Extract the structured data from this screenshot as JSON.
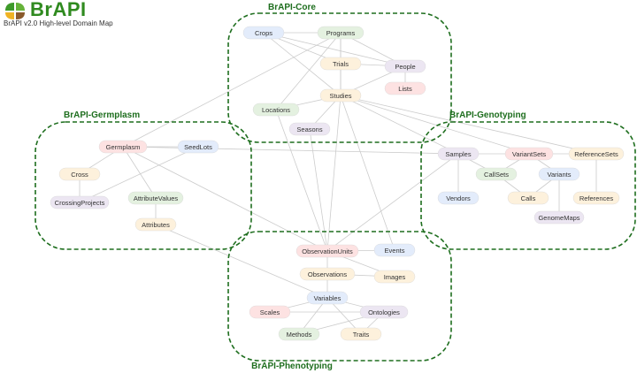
{
  "header": {
    "logo_text": "BrAPI",
    "subtitle": "BrAPI v2.0 High-level Domain Map"
  },
  "colors": {
    "group_border": "#1e6e1e",
    "edge": "#cccccc",
    "blue": "#e3ecfb",
    "green": "#e4f1e0",
    "orange": "#fdf1dc",
    "purple": "#ece6f2",
    "red": "#fde2e2"
  },
  "groups": [
    {
      "id": "core",
      "label": "BrAPI-Core"
    },
    {
      "id": "germplasm",
      "label": "BrAPI-Germplasm"
    },
    {
      "id": "genotyping",
      "label": "BrAPI-Genotyping"
    },
    {
      "id": "phenotyping",
      "label": "BrAPI-Phenotyping"
    }
  ],
  "nodes": [
    {
      "id": "crops",
      "label": "Crops",
      "color": "blue"
    },
    {
      "id": "programs",
      "label": "Programs",
      "color": "green"
    },
    {
      "id": "trials",
      "label": "Trials",
      "color": "orange"
    },
    {
      "id": "people",
      "label": "People",
      "color": "purple"
    },
    {
      "id": "lists",
      "label": "Lists",
      "color": "red"
    },
    {
      "id": "studies",
      "label": "Studies",
      "color": "orange"
    },
    {
      "id": "locations",
      "label": "Locations",
      "color": "green"
    },
    {
      "id": "seasons",
      "label": "Seasons",
      "color": "purple"
    },
    {
      "id": "germplasm",
      "label": "Germplasm",
      "color": "red"
    },
    {
      "id": "seedlots",
      "label": "SeedLots",
      "color": "blue"
    },
    {
      "id": "cross",
      "label": "Cross",
      "color": "orange"
    },
    {
      "id": "crossingprojects",
      "label": "CrossingProjects",
      "color": "purple"
    },
    {
      "id": "attributevalues",
      "label": "AttributeValues",
      "color": "green"
    },
    {
      "id": "attributes",
      "label": "Attributes",
      "color": "orange"
    },
    {
      "id": "samples",
      "label": "Samples",
      "color": "purple"
    },
    {
      "id": "variantsets",
      "label": "VariantSets",
      "color": "red"
    },
    {
      "id": "referencesets",
      "label": "ReferenceSets",
      "color": "orange"
    },
    {
      "id": "callsets",
      "label": "CallSets",
      "color": "green"
    },
    {
      "id": "variants",
      "label": "Variants",
      "color": "blue"
    },
    {
      "id": "vendors",
      "label": "Vendors",
      "color": "blue"
    },
    {
      "id": "calls",
      "label": "Calls",
      "color": "orange"
    },
    {
      "id": "references",
      "label": "References",
      "color": "orange"
    },
    {
      "id": "genomemaps",
      "label": "GenomeMaps",
      "color": "purple"
    },
    {
      "id": "observationunits",
      "label": "ObservationUnits",
      "color": "red"
    },
    {
      "id": "events",
      "label": "Events",
      "color": "blue"
    },
    {
      "id": "observations",
      "label": "Observations",
      "color": "orange"
    },
    {
      "id": "images",
      "label": "Images",
      "color": "orange"
    },
    {
      "id": "variables",
      "label": "Variables",
      "color": "blue"
    },
    {
      "id": "scales",
      "label": "Scales",
      "color": "red"
    },
    {
      "id": "ontologies",
      "label": "Ontologies",
      "color": "purple"
    },
    {
      "id": "methods",
      "label": "Methods",
      "color": "green"
    },
    {
      "id": "traits",
      "label": "Traits",
      "color": "orange"
    }
  ],
  "edges": [
    [
      "crops",
      "programs"
    ],
    [
      "crops",
      "trials"
    ],
    [
      "crops",
      "studies"
    ],
    [
      "crops",
      "people"
    ],
    [
      "programs",
      "trials"
    ],
    [
      "programs",
      "people"
    ],
    [
      "programs",
      "studies"
    ],
    [
      "programs",
      "locations"
    ],
    [
      "programs",
      "germplasm"
    ],
    [
      "trials",
      "studies"
    ],
    [
      "trials",
      "people"
    ],
    [
      "people",
      "lists"
    ],
    [
      "people",
      "studies"
    ],
    [
      "studies",
      "locations"
    ],
    [
      "studies",
      "seasons"
    ],
    [
      "studies",
      "observationunits"
    ],
    [
      "studies",
      "events"
    ],
    [
      "studies",
      "samples"
    ],
    [
      "studies",
      "variantsets"
    ],
    [
      "studies",
      "referencesets"
    ],
    [
      "locations",
      "observationunits"
    ],
    [
      "seasons",
      "observationunits"
    ],
    [
      "germplasm",
      "seedlots"
    ],
    [
      "germplasm",
      "cross"
    ],
    [
      "germplasm",
      "attributevalues"
    ],
    [
      "germplasm",
      "observationunits"
    ],
    [
      "germplasm",
      "samples"
    ],
    [
      "seedlots",
      "crossingprojects"
    ],
    [
      "cross",
      "crossingprojects"
    ],
    [
      "attributevalues",
      "attributes"
    ],
    [
      "attributes",
      "variables"
    ],
    [
      "samples",
      "vendors"
    ],
    [
      "samples",
      "callsets"
    ],
    [
      "samples",
      "observationunits"
    ],
    [
      "variantsets",
      "callsets"
    ],
    [
      "variantsets",
      "variants"
    ],
    [
      "variantsets",
      "referencesets"
    ],
    [
      "variantsets",
      "samples"
    ],
    [
      "callsets",
      "calls"
    ],
    [
      "variants",
      "calls"
    ],
    [
      "variants",
      "genomemaps"
    ],
    [
      "referencesets",
      "references"
    ],
    [
      "observationunits",
      "events"
    ],
    [
      "observationunits",
      "observations"
    ],
    [
      "observationunits",
      "images"
    ],
    [
      "observations",
      "variables"
    ],
    [
      "observations",
      "images"
    ],
    [
      "variables",
      "scales"
    ],
    [
      "variables",
      "ontologies"
    ],
    [
      "variables",
      "methods"
    ],
    [
      "variables",
      "traits"
    ],
    [
      "scales",
      "ontologies"
    ],
    [
      "methods",
      "ontologies"
    ],
    [
      "traits",
      "ontologies"
    ]
  ]
}
